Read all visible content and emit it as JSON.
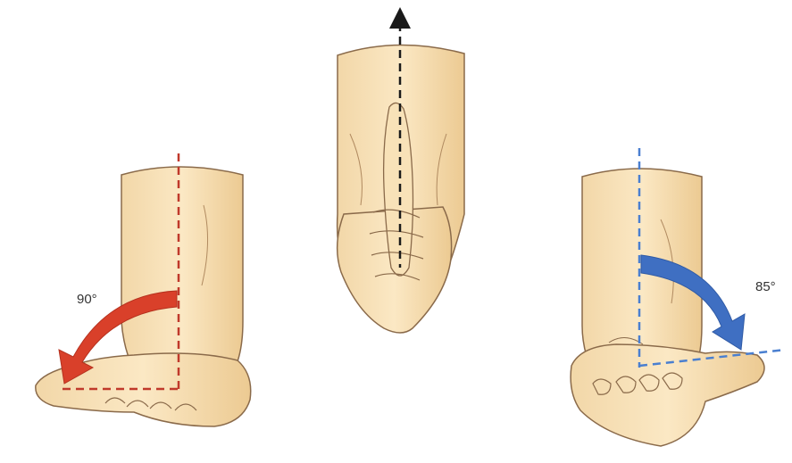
{
  "figure": {
    "left": {
      "angle_label": "90°",
      "arrow_color": "#d9402a",
      "axis_color": "#c0392b",
      "motion": "pronation"
    },
    "center": {
      "arrow_color": "#1a1a1a",
      "axis_color": "#1a1a1a",
      "pose": "neutral"
    },
    "right": {
      "angle_label": "85°",
      "arrow_color": "#3f6fc2",
      "axis_color": "#4a7fd0",
      "motion": "supination"
    },
    "skin_color": "#f5deb0",
    "outline_color": "#8a6a4a"
  }
}
